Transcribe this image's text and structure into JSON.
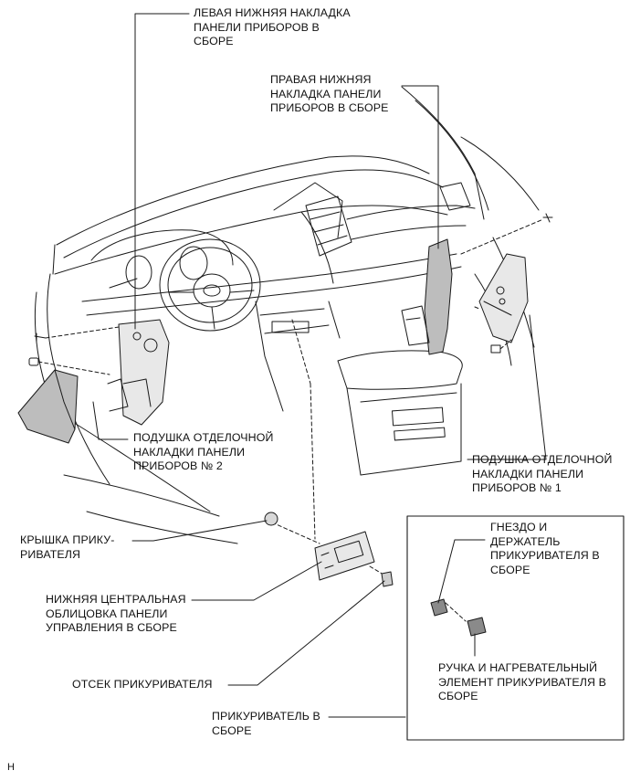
{
  "labels": {
    "left_lower_panel": "ЛЕВАЯ НИЖНЯЯ НАКЛАДКА\nПАНЕЛИ ПРИБОРОВ В\nСБОРЕ",
    "right_lower_panel": "ПРАВАЯ НИЖНЯЯ\nНАКЛАДКА ПАНЕЛИ\nПРИБОРОВ В СБОРЕ",
    "cushion_2": "ПОДУШКА ОТДЕЛОЧНОЙ\nНАКЛАДКИ ПАНЕЛИ\nПРИБОРОВ № 2",
    "cushion_1": "ПОДУШКА ОТДЕЛОЧНОЙ\nНАКЛАДКИ ПАНЕЛИ\nПРИБОРОВ № 1",
    "lighter_cover": "КРЫШКА ПРИКУ-\nРИВАТЕЛЯ",
    "lower_center_bezel": "НИЖНЯЯ ЦЕНТРАЛЬНАЯ\nОБЛИЦОВКА ПАНЕЛИ\nУПРАВЛЕНИЯ В СБОРЕ",
    "lighter_compartment": "ОТСЕК ПРИКУРИВАТЕЛЯ",
    "lighter_assembly": "ПРИКУРИВАТЕЛЬ В\nСБОРЕ",
    "socket_holder": "ГНЕЗДО И\nДЕРЖАТЕЛЬ\nПРИКУРИВАТЕЛЯ В\nСБОРЕ",
    "knob_element": "РУЧКА И НАГРЕВАТЕЛЬНЫЙ\nЭЛЕМЕНТ ПРИКУРИВАТЕЛЯ В\nСБОРЕ"
  },
  "corner_code": "H",
  "colors": {
    "line": "#1a1a1a",
    "light": "#6a6a6a",
    "fill": "#cfcfcf",
    "dark": "#8a8a8a"
  }
}
